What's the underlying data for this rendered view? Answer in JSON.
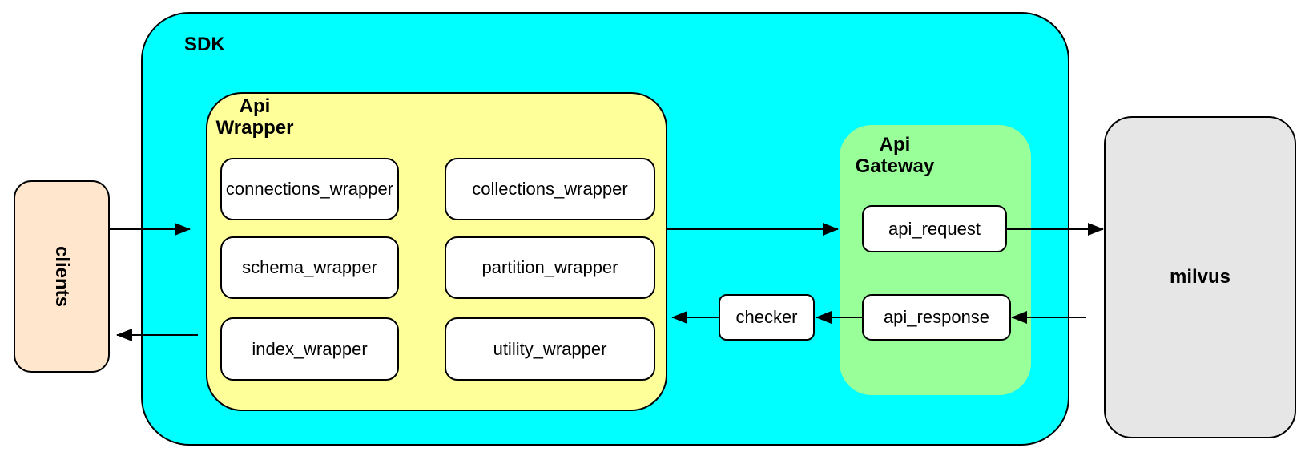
{
  "nodes": {
    "clients": "clients",
    "sdk": "SDK",
    "api_wrapper": "Api\nWrapper",
    "wrappers": [
      "connections_wrapper",
      "collections_wrapper",
      "schema_wrapper",
      "partition_wrapper",
      "index_wrapper",
      "utility_wrapper"
    ],
    "checker": "checker",
    "api_gateway": "Api\nGateway",
    "api_request": "api_request",
    "api_response": "api_response",
    "milvus": "milvus"
  },
  "edges": [
    {
      "from": "clients",
      "to": "sdk"
    },
    {
      "from": "sdk",
      "to": "clients"
    },
    {
      "from": "api_wrapper",
      "to": "api_gateway"
    },
    {
      "from": "api_request",
      "to": "milvus"
    },
    {
      "from": "milvus",
      "to": "api_response"
    },
    {
      "from": "api_response",
      "to": "checker"
    },
    {
      "from": "checker",
      "to": "api_wrapper"
    }
  ],
  "colors": {
    "sdk_fill": "#00ffff",
    "api_wrapper_fill": "#ffff99",
    "api_gateway_fill": "#99ff99",
    "clients_fill": "#ffe6cc",
    "milvus_fill": "#e6e6e6",
    "node_fill": "#ffffff",
    "stroke": "#000000"
  }
}
